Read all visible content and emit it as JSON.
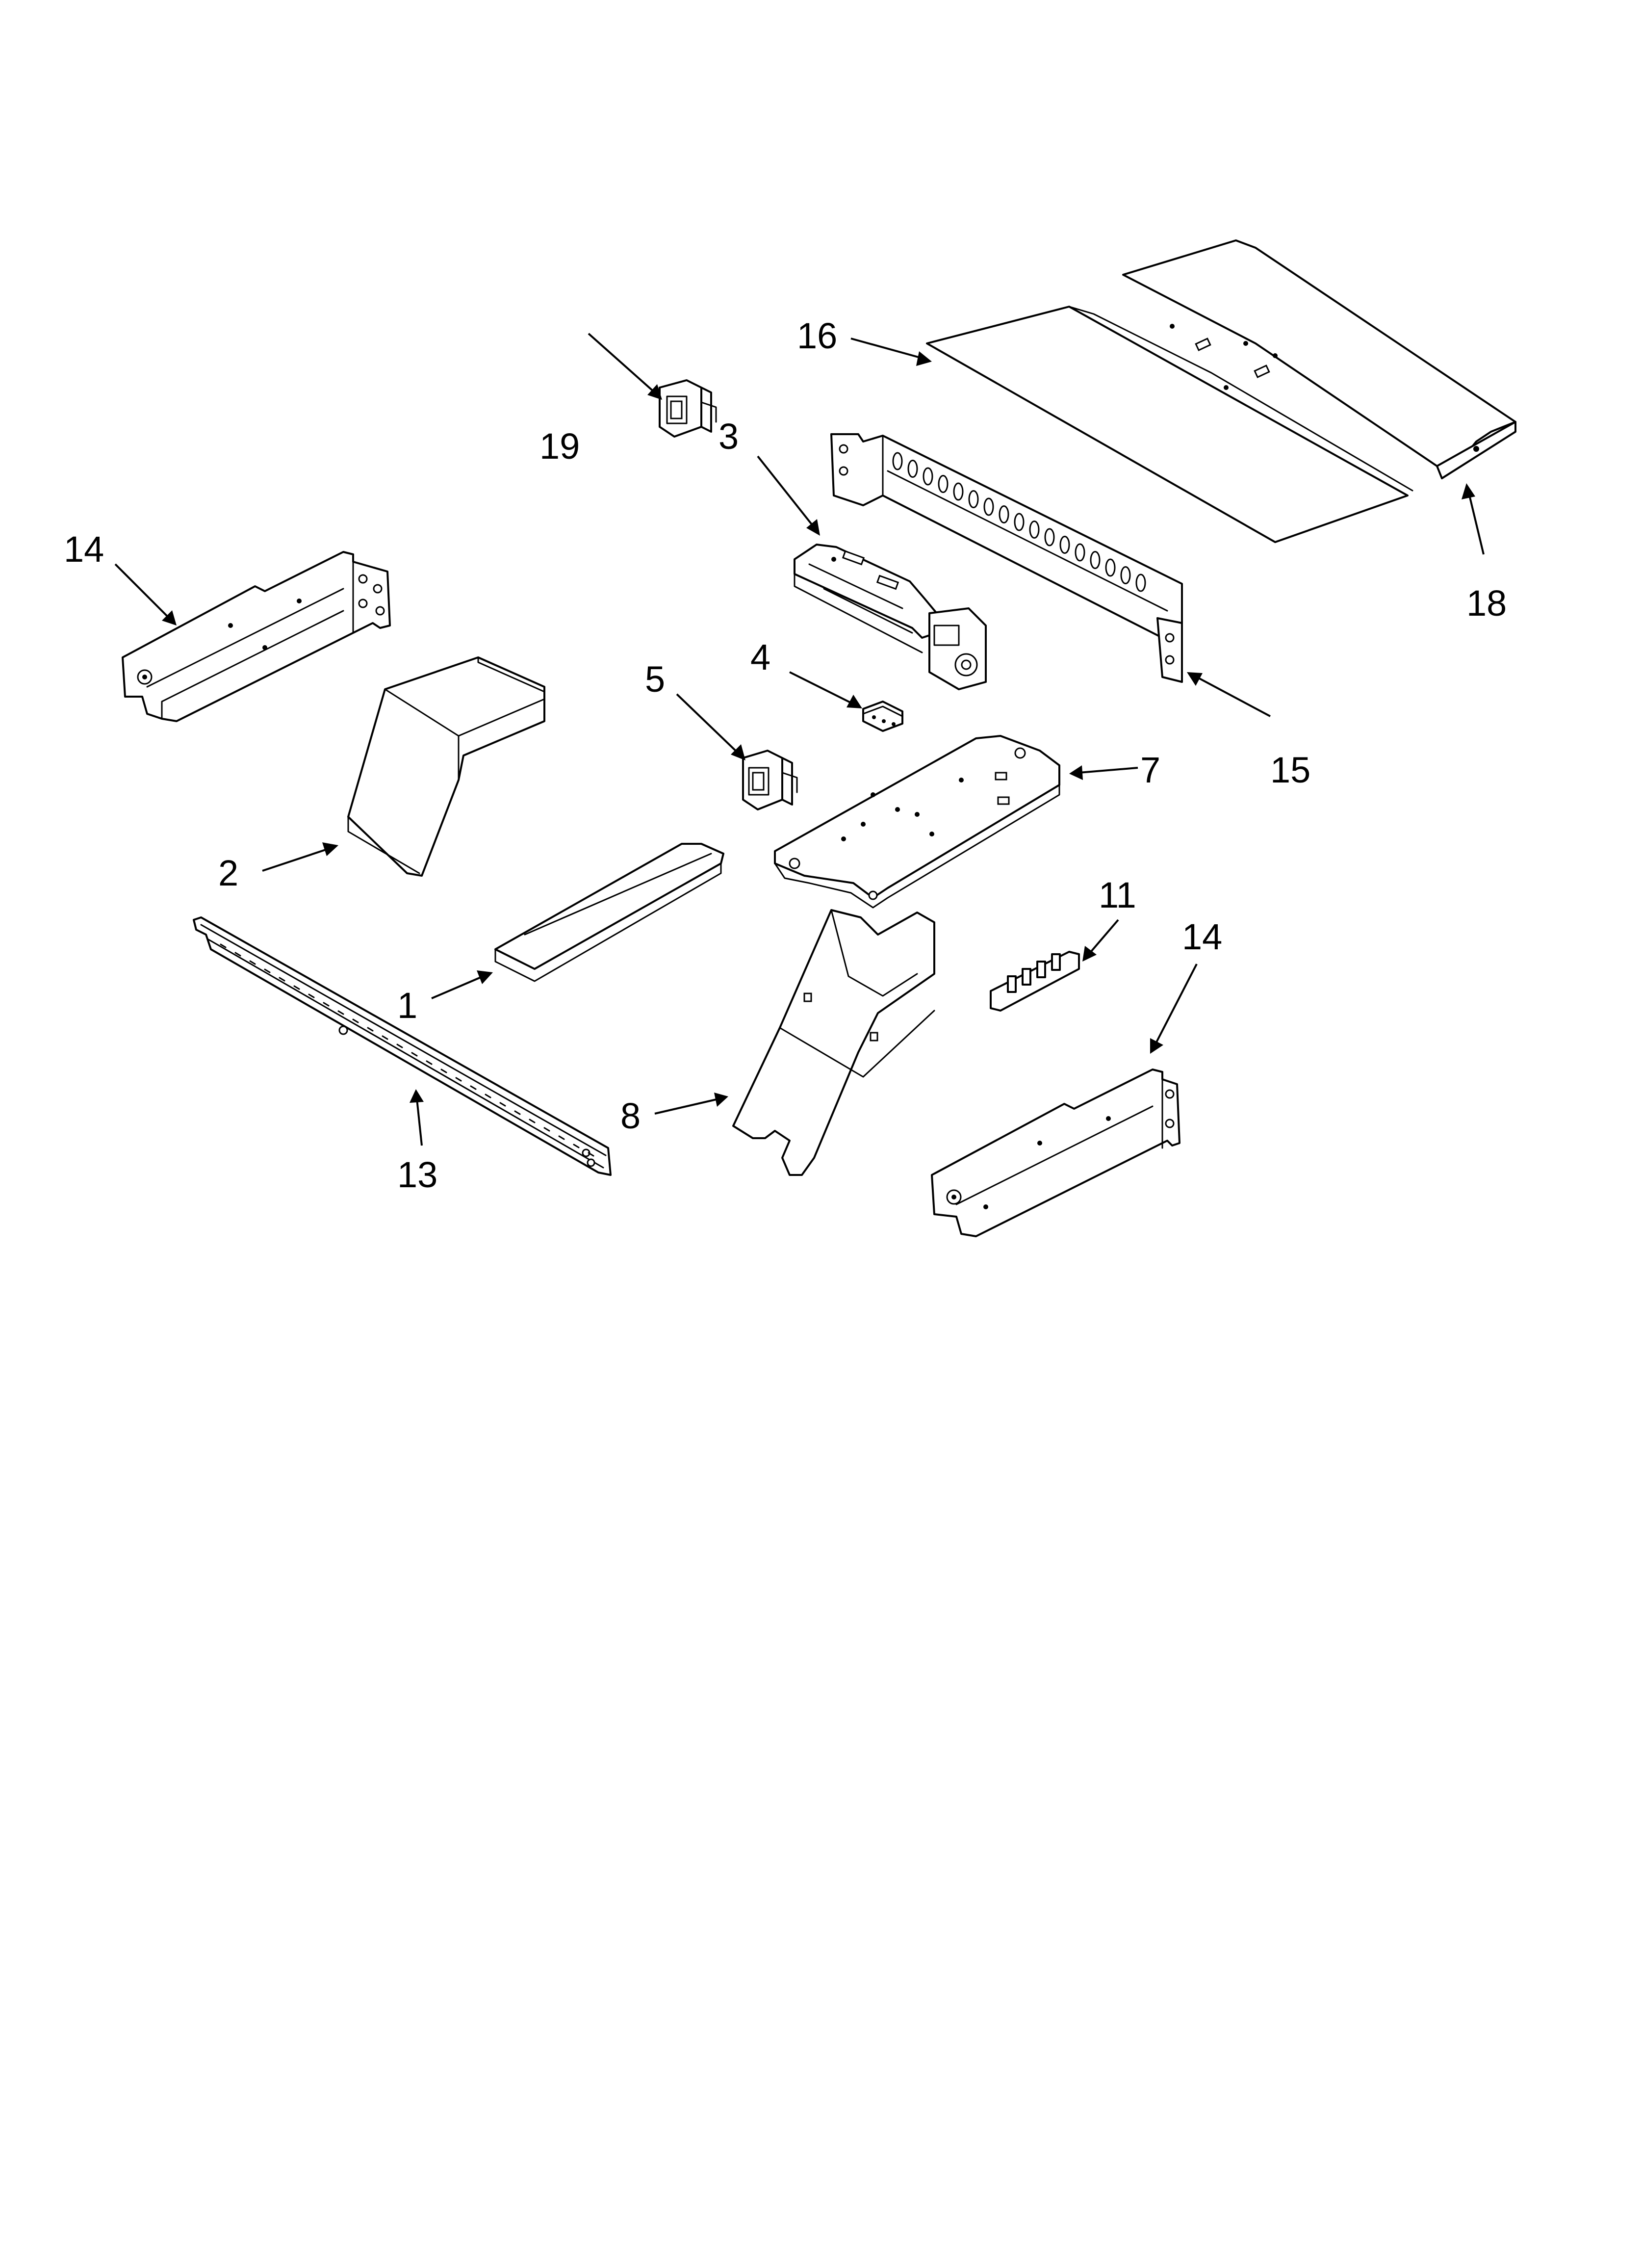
{
  "callouts": {
    "c1": "1",
    "c2": "2",
    "c3": "3",
    "c4": "4",
    "c5": "5",
    "c7": "7",
    "c8": "8",
    "c11": "11",
    "c13": "13",
    "c14a": "14",
    "c14b": "14",
    "c15": "15",
    "c16": "16",
    "c18": "18",
    "c19": "19"
  }
}
